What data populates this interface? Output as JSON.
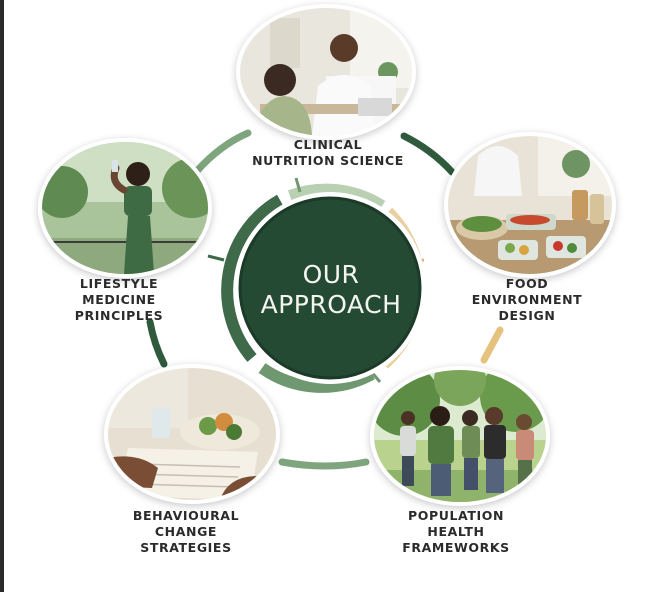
{
  "center": {
    "line1": "OUR",
    "line2": "APPROACH"
  },
  "nodes": [
    {
      "id": "clinical",
      "lines": [
        "CLINICAL",
        "NUTRITION SCIENCE"
      ],
      "image": "doctor-consultation-photo"
    },
    {
      "id": "food",
      "lines": [
        "FOOD",
        "ENVIRONMENT",
        "DESIGN"
      ],
      "image": "meal-prep-photo"
    },
    {
      "id": "population",
      "lines": [
        "POPULATION",
        "HEALTH",
        "FRAMEWORKS"
      ],
      "image": "group-walking-photo"
    },
    {
      "id": "behavioural",
      "lines": [
        "BEHAVIOURAL",
        "CHANGE",
        "STRATEGIES"
      ],
      "image": "journaling-photo"
    },
    {
      "id": "lifestyle",
      "lines": [
        "LIFESTYLE",
        "MEDICINE",
        "PRINCIPLES"
      ],
      "image": "fitness-hydration-photo"
    }
  ],
  "colors": {
    "dark_green": "#244a33",
    "mid_green": "#4f7a5a",
    "light_green": "#a9c4a3",
    "gold": "#e8c88c",
    "label": "#2b2b2b"
  }
}
